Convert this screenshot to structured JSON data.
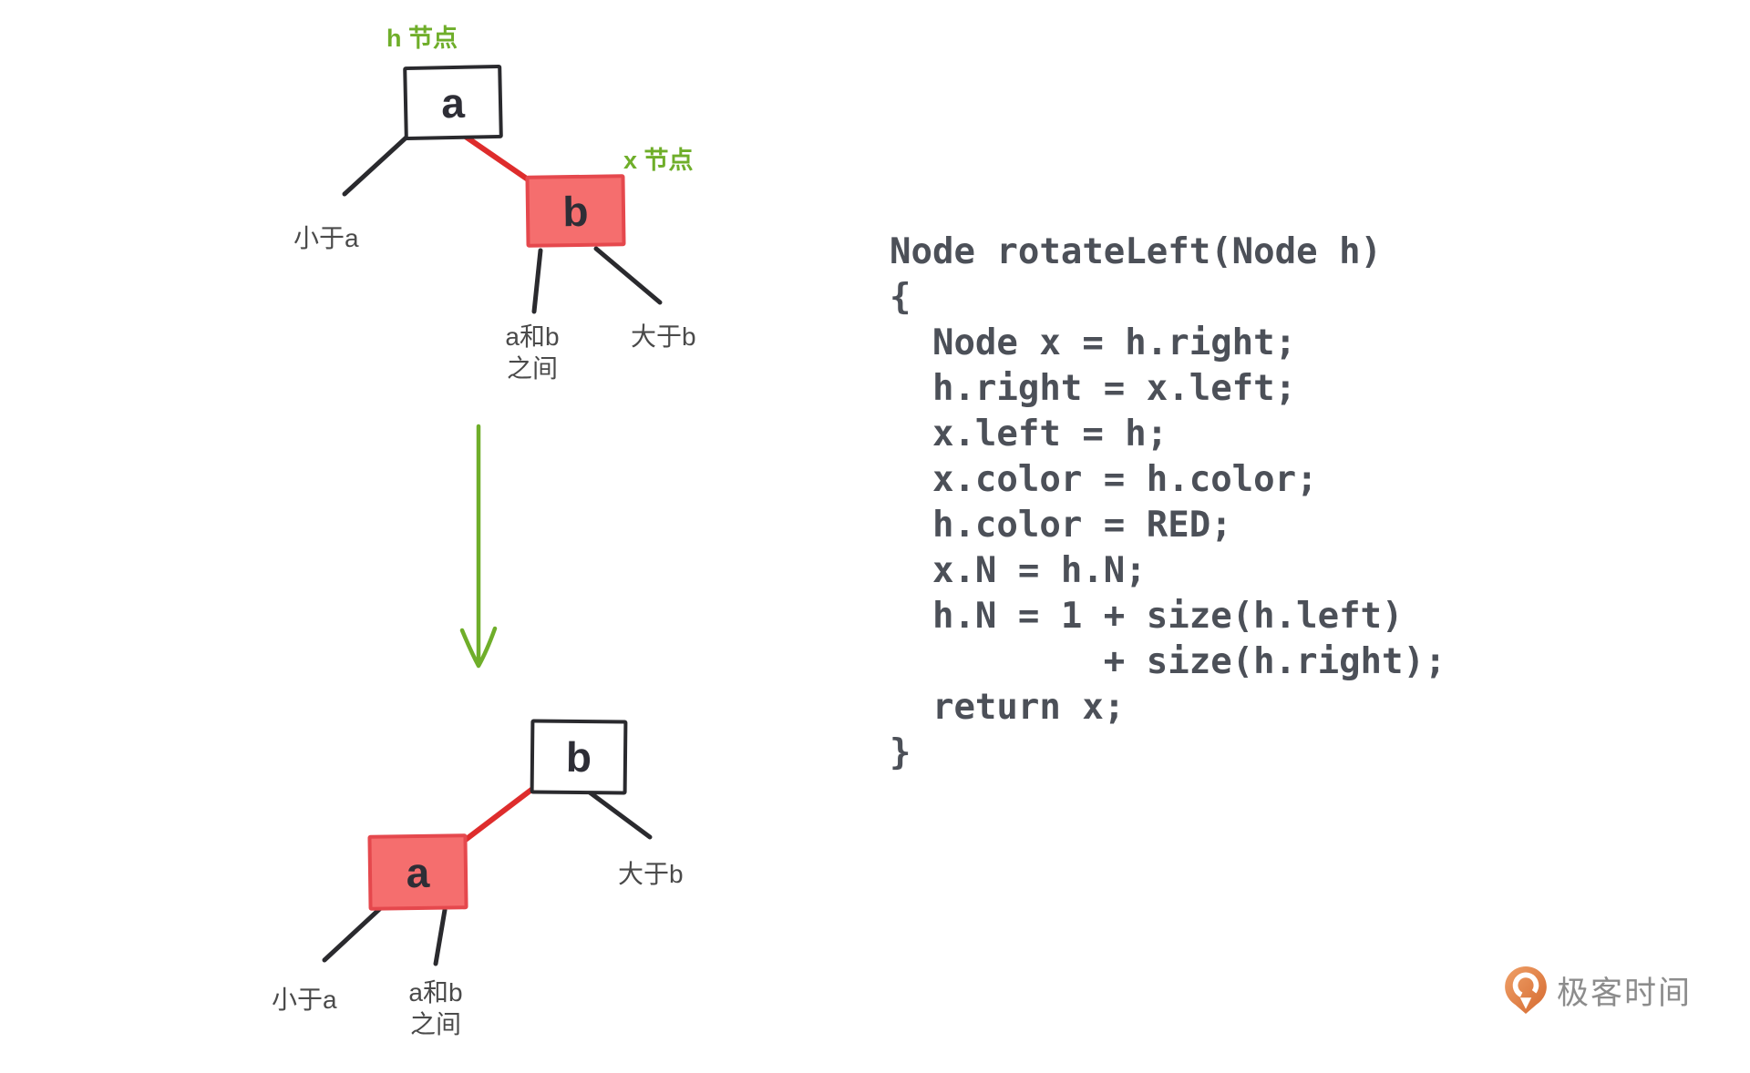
{
  "colors": {
    "line_black": "#2a2a2e",
    "line_red": "#de2c2c",
    "green": "#6fae2a",
    "node_red_fill": "#f56e6e",
    "node_red_border": "#e5484d",
    "code_text": "#4c5058",
    "label_gray": "#4a4a4a",
    "logo_orange": "#d96b35",
    "logo_text": "#8c8c8c"
  },
  "diagram": {
    "before": {
      "h_label": "h 节点",
      "x_label": "x 节点",
      "root_node": "a",
      "child_node": "b",
      "leaf_left": "小于a",
      "leaf_mid_line1": "a和b",
      "leaf_mid_line2": "之间",
      "leaf_right": "大于b"
    },
    "after": {
      "root_node": "b",
      "child_node": "a",
      "leaf_left": "小于a",
      "leaf_mid_line1": "a和b",
      "leaf_mid_line2": "之间",
      "leaf_right": "大于b"
    }
  },
  "code": {
    "text": "Node rotateLeft(Node h)\n{\n  Node x = h.right;\n  h.right = x.left;\n  x.left = h;\n  x.color = h.color;\n  h.color = RED;\n  x.N = h.N;\n  h.N = 1 + size(h.left)\n          + size(h.right);\n  return x;\n}"
  },
  "logo": {
    "text": "极客时间"
  }
}
